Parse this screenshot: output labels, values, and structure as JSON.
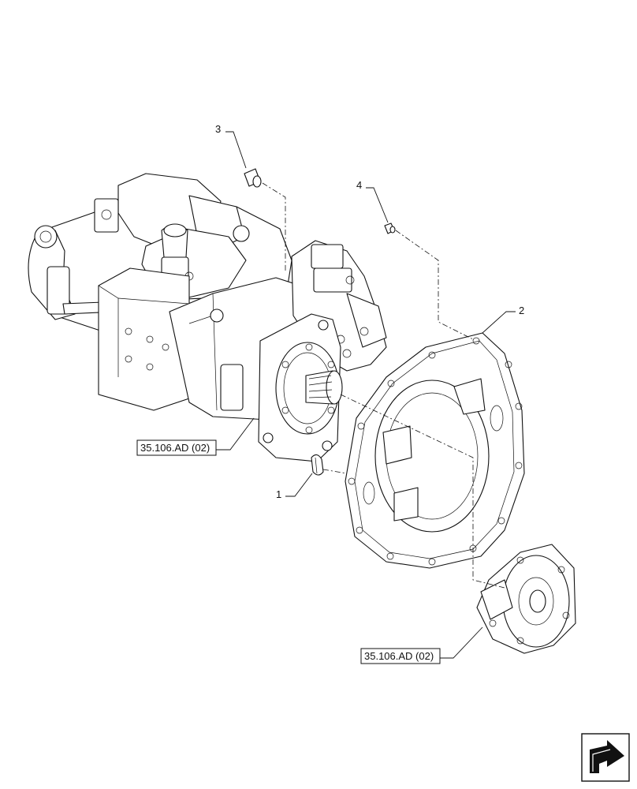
{
  "callouts": {
    "part_1": "1",
    "part_2": "2",
    "part_3": "3",
    "part_4": "4"
  },
  "references": {
    "pump_ref": "35.106.AD (02)",
    "coupling_ref": "35.106.AD (02)"
  },
  "icons": {
    "nav_icon": "next-page-arrow-icon"
  },
  "colors": {
    "line": "#111111",
    "background": "#ffffff"
  }
}
